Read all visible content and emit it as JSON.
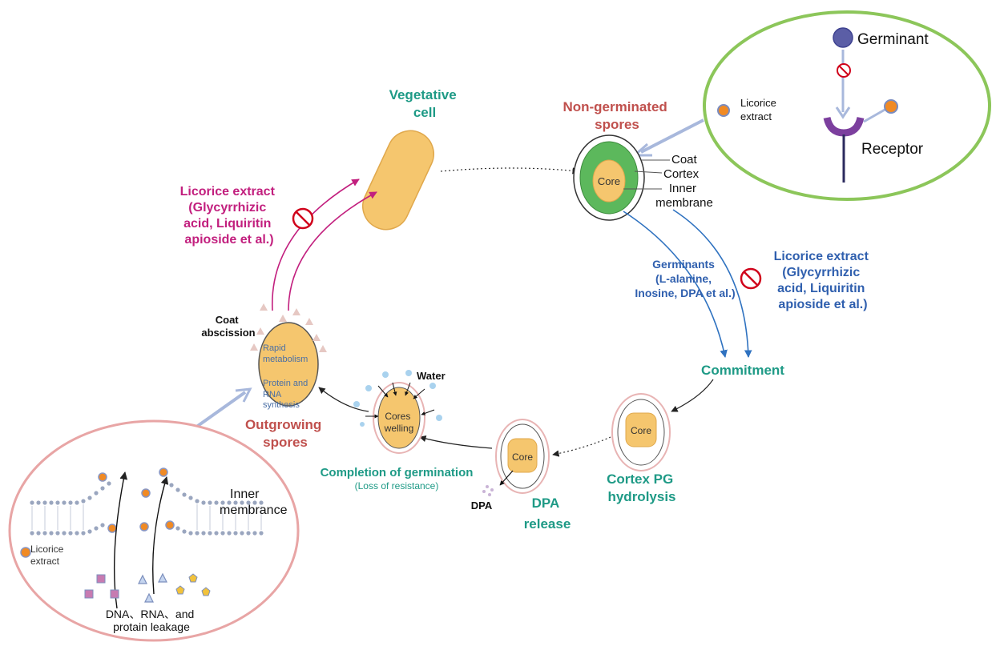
{
  "labels": {
    "vegetative_cell": [
      "Vegetative",
      "cell"
    ],
    "non_germinated": [
      "Non-germinated",
      "spores"
    ],
    "coat": "Coat",
    "cortex": "Cortex",
    "inner_membrane": [
      "Inner",
      "membrane"
    ],
    "core": "Core",
    "germinant": "Germinant",
    "receptor": "Receptor",
    "licorice_extract_inset": [
      "Licorice",
      "extract"
    ],
    "licorice_extract_left": [
      "Licorice  extract",
      "(Glycyrrhizic",
      "acid, Liquiritin",
      "apioside et al.)"
    ],
    "licorice_extract_right": [
      "Licorice  extract",
      "(Glycyrrhizic",
      "acid, Liquiritin",
      "apioside et al.)"
    ],
    "germinants": [
      "Germinants",
      "(L-alanine,",
      "Inosine, DPA et al.)"
    ],
    "commitment": "Commitment",
    "cortex_pg": [
      "Cortex PG",
      "hydrolysis"
    ],
    "dpa_release": [
      "DPA",
      "release"
    ],
    "dpa": "DPA",
    "water": "Water",
    "cores_welling": [
      "Cores",
      "welling"
    ],
    "completion": "Completion of germination",
    "loss_resistance": "(Loss of resistance)",
    "outgrowing": [
      "Outgrowing",
      "spores"
    ],
    "coat_abscission": [
      "Coat",
      "abscission"
    ],
    "rapid_metabolism": [
      "Rapid",
      "metabolism"
    ],
    "protein_rna": [
      "Protein and",
      "RNA",
      "synthesis"
    ],
    "inner_membrance": [
      "Inner",
      "membrance"
    ],
    "licorice_extract_membrane": [
      "Licorice",
      "extract"
    ],
    "leakage": [
      "DNA、RNA、and",
      "protain leakage"
    ]
  },
  "colors": {
    "teal": "#1e9a86",
    "red_label": "#c0504d",
    "magenta": "#c21f7e",
    "blue": "#2f5fae",
    "spore_fill": "#f5c66e",
    "green_cortex": "#5cb85c",
    "inset_green": "#8cc65a",
    "inset_pink": "#e8a5a5"
  }
}
